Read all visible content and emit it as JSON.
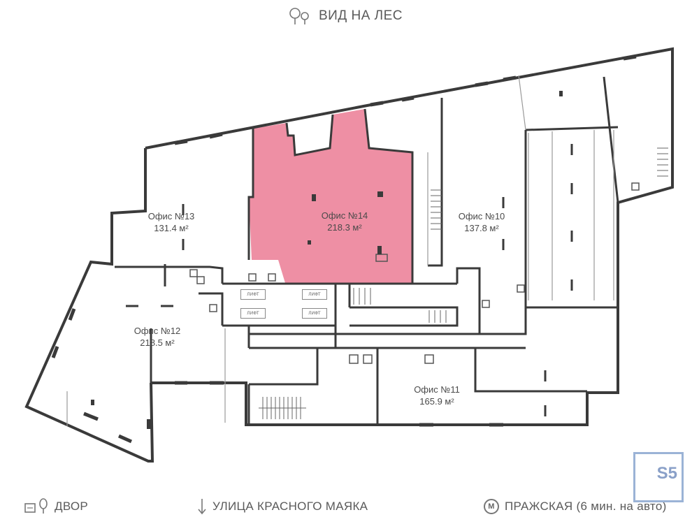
{
  "header": {
    "view_label": "ВИД НА ЛЕС",
    "icon": "tree-icon"
  },
  "offices": [
    {
      "id": "office-13",
      "name": "Офис №13",
      "area": "131.4 м²",
      "selected": false
    },
    {
      "id": "office-14",
      "name": "Офис №14",
      "area": "218.3 м²",
      "selected": true
    },
    {
      "id": "office-10",
      "name": "Офис №10",
      "area": "137.8 м²",
      "selected": false
    },
    {
      "id": "office-12",
      "name": "Офис №12",
      "area": "218.5 м²",
      "selected": false
    },
    {
      "id": "office-11",
      "name": "Офис №11",
      "area": "165.9 м²",
      "selected": false
    }
  ],
  "elevators": [
    "ЛИФТ",
    "ЛИФТ",
    "ЛИФТ",
    "ЛИФТ"
  ],
  "footer": {
    "yard_label": "ДВОР",
    "street_label": "УЛИЦА КРАСНОГО МАЯКА",
    "metro_symbol": "M",
    "metro_label": "ПРАЖСКАЯ (6 мин. на авто)"
  },
  "logo": {
    "text": "S5"
  },
  "colors": {
    "selected_fill": "#ee8fa4",
    "wall": "#3a3a3a",
    "thin_wall": "#9a9a9a"
  }
}
